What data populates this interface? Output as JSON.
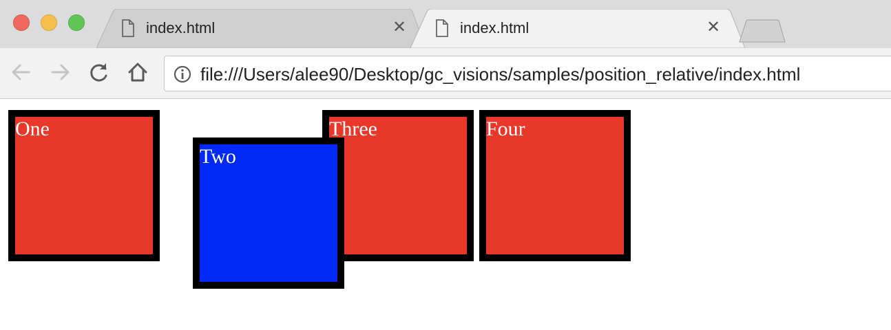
{
  "window": {
    "controls": [
      "close",
      "minimize",
      "maximize"
    ]
  },
  "tabs": [
    {
      "title": "index.html",
      "icon": "document-icon",
      "active": false
    },
    {
      "title": "index.html",
      "icon": "document-icon",
      "active": true
    }
  ],
  "toolbar": {
    "url": "file:///Users/alee90/Desktop/gc_visions/samples/position_relative/index.html",
    "buttons": [
      "back",
      "forward",
      "reload",
      "home"
    ]
  },
  "page": {
    "boxes": [
      {
        "label": "One",
        "color": "#e8382a"
      },
      {
        "label": "Two",
        "color": "#0029f5"
      },
      {
        "label": "Three",
        "color": "#e8382a"
      },
      {
        "label": "Four",
        "color": "#e8382a"
      }
    ]
  },
  "colors": {
    "red_box": "#e8382a",
    "blue_box": "#0029f5",
    "border": "#000000"
  }
}
